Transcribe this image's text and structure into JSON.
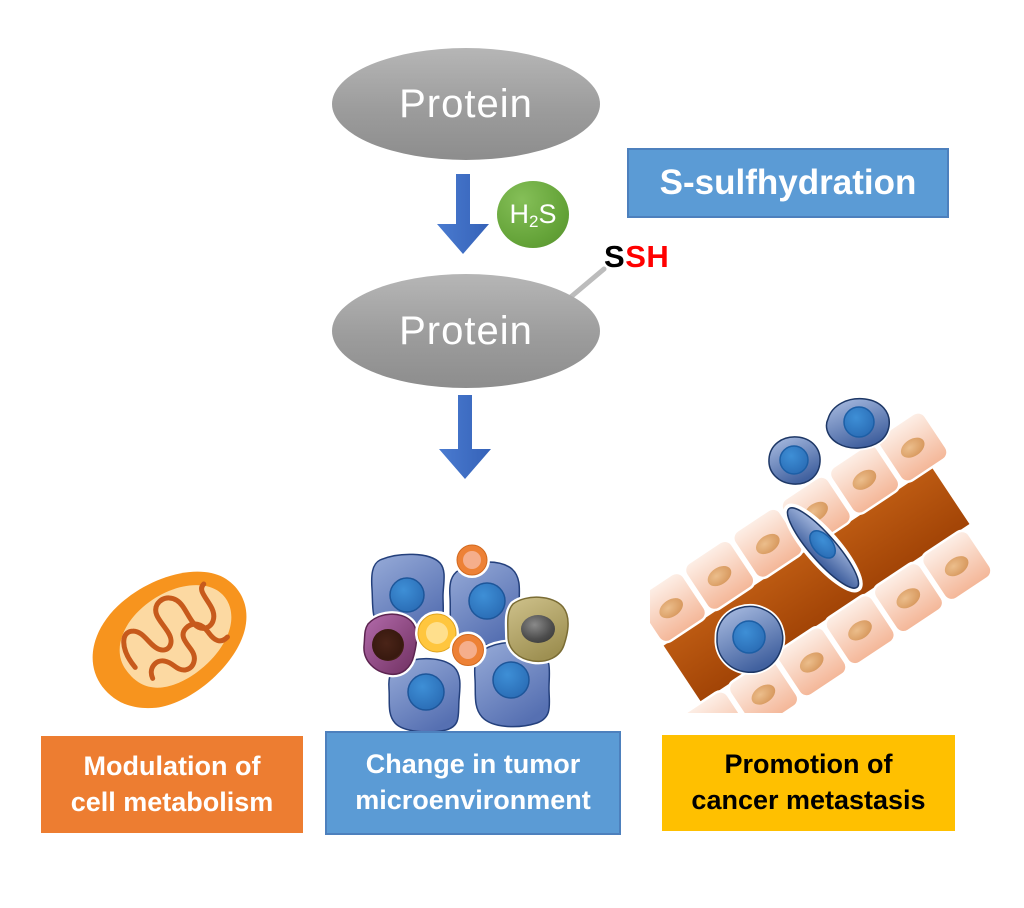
{
  "flow": {
    "protein_top": "Protein",
    "protein_modified": "Protein",
    "h2s": {
      "element1": "H",
      "subscript": "2",
      "element2": "S"
    },
    "process_label": "S-sulfhydration",
    "ssh_black": "S",
    "ssh_red": "SH"
  },
  "outcomes": [
    {
      "line1": "Modulation of",
      "line2": "cell metabolism",
      "box_color": "#ED7D31",
      "text_color": "#FFFFFF",
      "illustration": "mitochondrion-icon"
    },
    {
      "line1": "Change in tumor",
      "line2": "microenvironment",
      "box_color": "#5B9BD5",
      "text_color": "#FFFFFF",
      "illustration": "tumor-cell-cluster-icon"
    },
    {
      "line1": "Promotion of",
      "line2": "cancer metastasis",
      "box_color": "#FFC000",
      "text_color": "#000000",
      "illustration": "blood-vessel-metastasis-icon"
    }
  ],
  "colors": {
    "protein_ellipse_gray": "#9B9B9B",
    "arrow_blue": "#3E6EC5",
    "h2s_green": "#67A73C",
    "process_box_fill": "#5B9BD5",
    "process_box_border": "#4D80BD",
    "ssh_red": "#FF0000",
    "metabolism_orange": "#ED7D31",
    "microenvironment_blue": "#5B9BD5",
    "metastasis_yellow": "#FFC000",
    "mitochondrion_orange": "#F7941E",
    "vessel_lumen_brown": "#AF4E0C",
    "tumor_cell_blue": "#5670B2"
  }
}
